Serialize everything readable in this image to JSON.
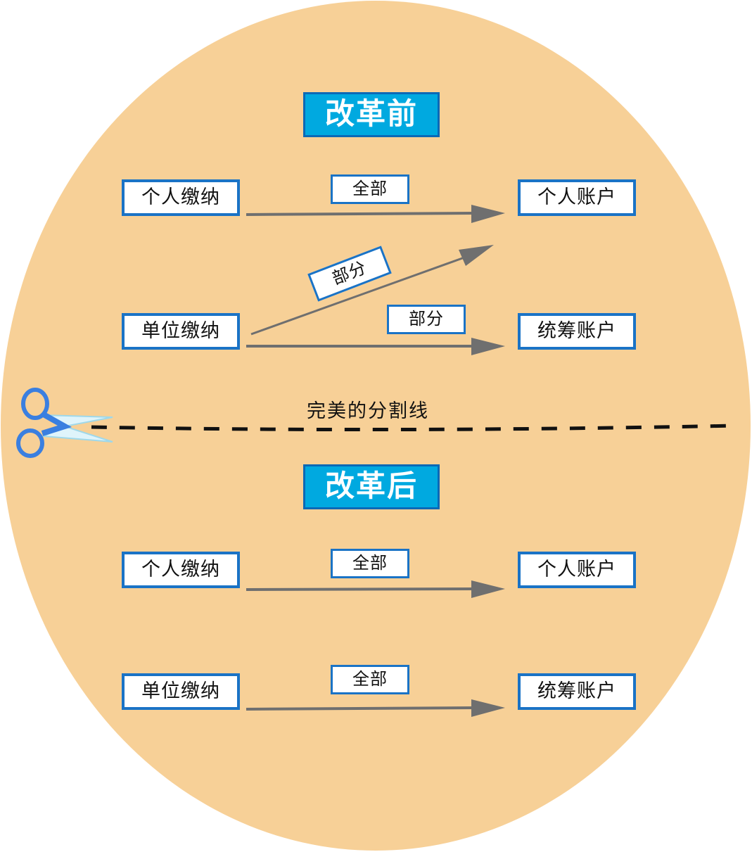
{
  "colors": {
    "background_ellipse": "#f7d097",
    "node_border": "#1a73c6",
    "title_fill": "#00a9e0",
    "title_border": "#0b69b6",
    "arrow": "#6f6f6f",
    "divider": "#111111",
    "scissors_handle": "#3a7fe0",
    "scissors_blade": "#dff4fb"
  },
  "before": {
    "title": "改革前",
    "source_personal": "个人缴纳",
    "source_employer": "单位缴纳",
    "target_personal": "个人账户",
    "target_pooled": "统筹账户",
    "edge_personal_label": "全部",
    "edge_employer_to_personal_label": "部分",
    "edge_employer_to_pooled_label": "部分"
  },
  "divider": {
    "label": "完美的分割线",
    "icon": "scissors-icon"
  },
  "after": {
    "title": "改革后",
    "source_personal": "个人缴纳",
    "source_employer": "单位缴纳",
    "target_personal": "个人账户",
    "target_pooled": "统筹账户",
    "edge_personal_label": "全部",
    "edge_employer_label": "全部"
  }
}
